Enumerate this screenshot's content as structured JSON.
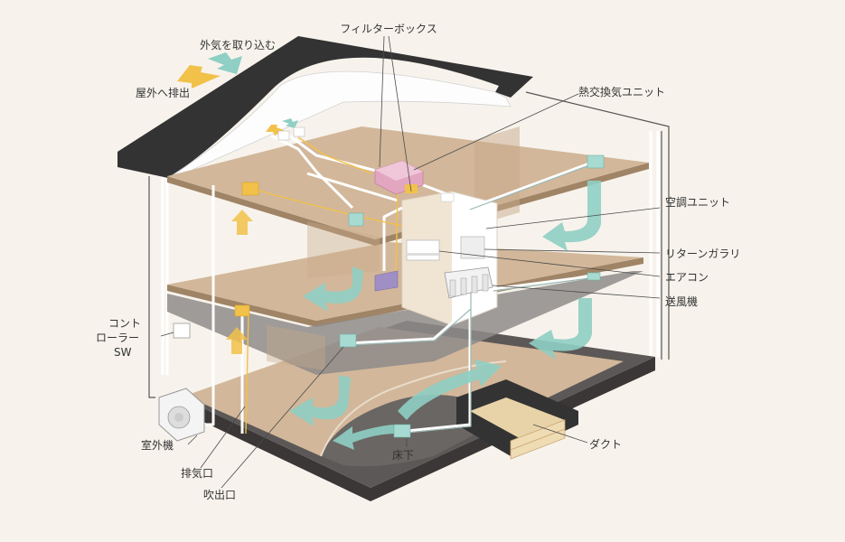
{
  "colors": {
    "background": "#f7f3ec",
    "floor_wood": "#d2b79a",
    "floor_grey": "#6a6664",
    "roof": "#333333",
    "fresh_air": "#8fcfc4",
    "exhaust": "#f2c14a",
    "heat_exchange_unit": "#e3a6c1",
    "return_grille": "#9f8fc4"
  },
  "arrows": {
    "intake": "外気を取り込む",
    "exhaust": "屋外へ排出"
  },
  "labels": {
    "filter_box": "フィルターボックス",
    "heat_exchange_unit": "熱交換気ユニット",
    "ac_unit": "空調ユニット",
    "return_gallery": "リターンガラリ",
    "air_conditioner": "エアコン",
    "blower": "送風機",
    "controller_line1": "コント",
    "controller_line2": "ローラー",
    "controller_line3": "SW",
    "outdoor_unit": "室外機",
    "exhaust_port": "排気口",
    "supply_port": "吹出口",
    "underfloor": "床下",
    "duct": "ダクト"
  }
}
